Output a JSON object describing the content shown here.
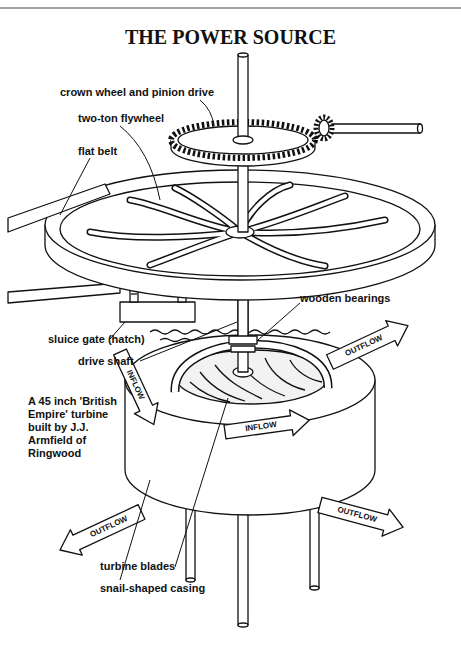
{
  "diagram": {
    "title": "THE POWER SOURCE",
    "labels": [
      "crown wheel and pinion drive",
      "two-ton flywheel",
      "flat belt",
      "wooden bearings",
      "sluice gate (hatch)",
      "OUTFLOW",
      "drive shaft",
      "A 45 inch 'British Empire' turbine built by J.J. Armfield of Ringwood",
      "INFLOW",
      "INFLOW",
      "OUTFLOW",
      "OUTFLOW",
      "turbine blades",
      "snail-shaped casing"
    ]
  }
}
